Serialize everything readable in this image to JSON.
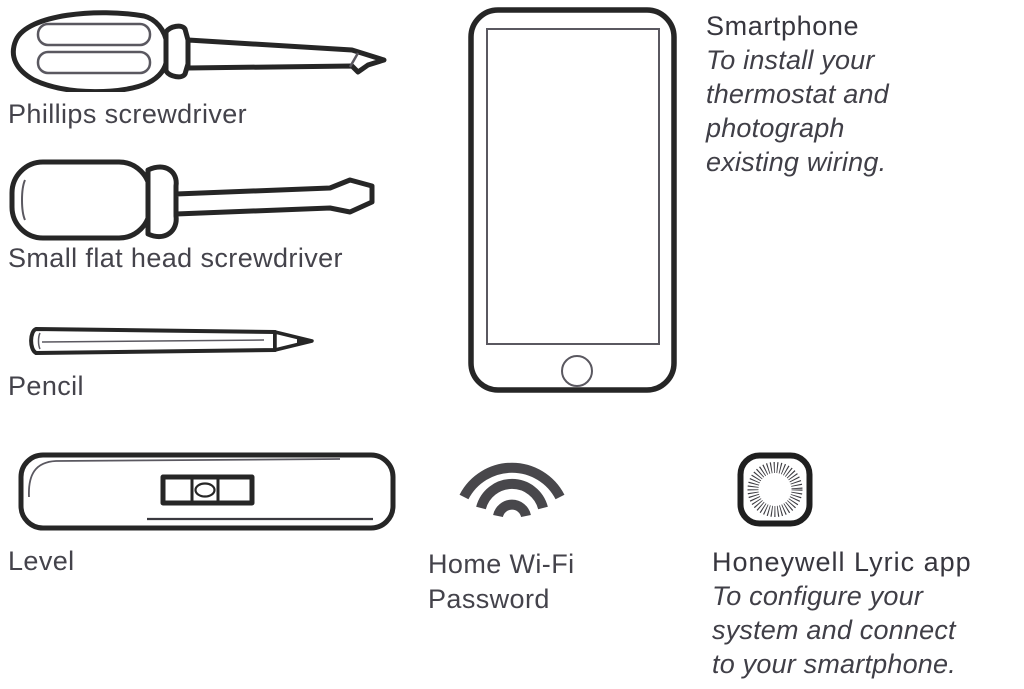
{
  "colors": {
    "ink": "#262626",
    "text": "#44434b",
    "heading": "#37363e",
    "wifi_gray": "#48474b"
  },
  "tools": [
    {
      "id": "phillips-screwdriver",
      "label": "Phillips screwdriver"
    },
    {
      "id": "flat-head-screwdriver",
      "label": "Small flat head screwdriver"
    },
    {
      "id": "pencil",
      "label": "Pencil"
    },
    {
      "id": "level",
      "label": "Level"
    }
  ],
  "smartphone": {
    "title": "Smartphone",
    "description_lines": [
      "To install your",
      "thermostat and",
      "photograph",
      "existing wiring."
    ]
  },
  "wifi": {
    "icon": "wifi-icon",
    "label_lines": [
      "Home Wi-Fi",
      "Password"
    ]
  },
  "lyric_app": {
    "icon": "lyric-app-icon",
    "title": "Honeywell Lyric app",
    "description_lines": [
      "To configure your",
      "system and connect",
      "to your smartphone."
    ]
  }
}
